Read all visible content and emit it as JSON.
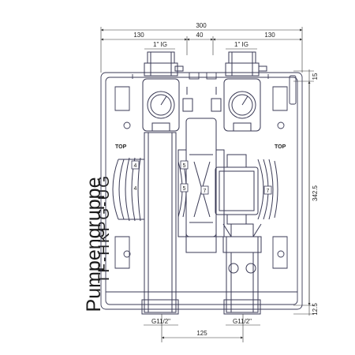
{
  "title": {
    "main": "Pumpengruppe",
    "sub": "TF-HKPG-UG"
  },
  "dimensions": {
    "total_width": "300",
    "left_offset": "130",
    "center_gap": "40",
    "right_offset": "130",
    "top_conn_left": "1\" IG",
    "top_conn_right": "1\" IG",
    "top_margin": "15",
    "height": "342.5",
    "bottom_margin": "12.5",
    "bottom_conn_left": "G11/2\"",
    "bottom_conn_right": "G11/2\"",
    "bottom_spacing": "125"
  },
  "labels": {
    "top_left": "TOP",
    "top_right": "TOP",
    "num4_left": "4",
    "num5_left": "5",
    "num7_left": "7",
    "num5_right": "5",
    "num7_right": "7",
    "num4_right": "4"
  },
  "colors": {
    "line": "#3a3a55",
    "dim": "#333333"
  }
}
